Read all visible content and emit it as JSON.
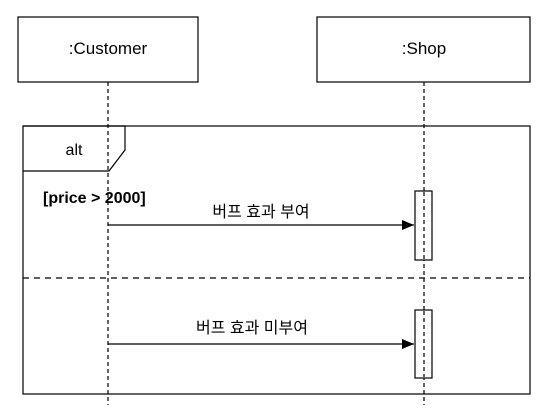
{
  "lifelines": {
    "customer": {
      "label": ":Customer"
    },
    "shop": {
      "label": ":Shop"
    }
  },
  "fragment": {
    "operator": "alt",
    "guard": "[price > 2000]"
  },
  "messages": [
    {
      "label": "버프 효과 부여"
    },
    {
      "label": "버프 효과 미부여"
    }
  ]
}
